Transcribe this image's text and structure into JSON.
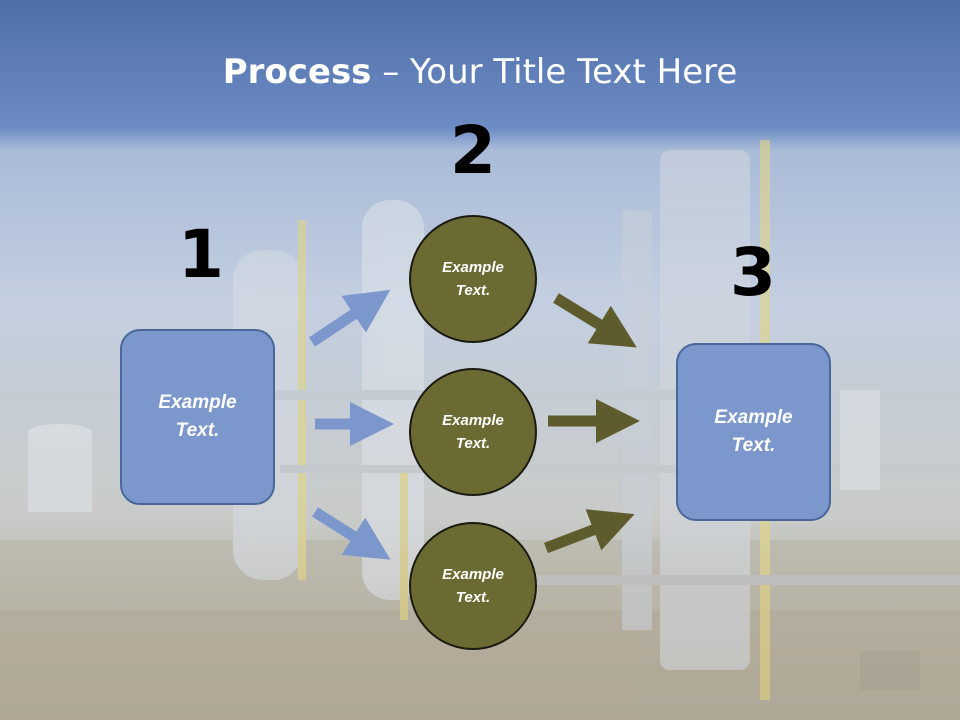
{
  "title": {
    "bold": "Process",
    "rest": " – Your Title Text Here"
  },
  "steps": [
    {
      "number": "1",
      "text_line1": "Example",
      "text_line2": "Text."
    },
    {
      "number": "2",
      "text_line1": "Example",
      "text_line2": "Text."
    },
    {
      "number": "3",
      "text_line1": "Example",
      "text_line2": "Text."
    }
  ],
  "circles": [
    {
      "text_line1": "Example",
      "text_line2": "Text."
    },
    {
      "text_line1": "Example",
      "text_line2": "Text."
    },
    {
      "text_line1": "Example",
      "text_line2": "Text."
    }
  ],
  "colors": {
    "box_fill": "#7b97cc",
    "circle_fill": "#6b6a33",
    "blue_arrow": "#7b97cc",
    "olive_arrow": "#5e5c2c"
  }
}
